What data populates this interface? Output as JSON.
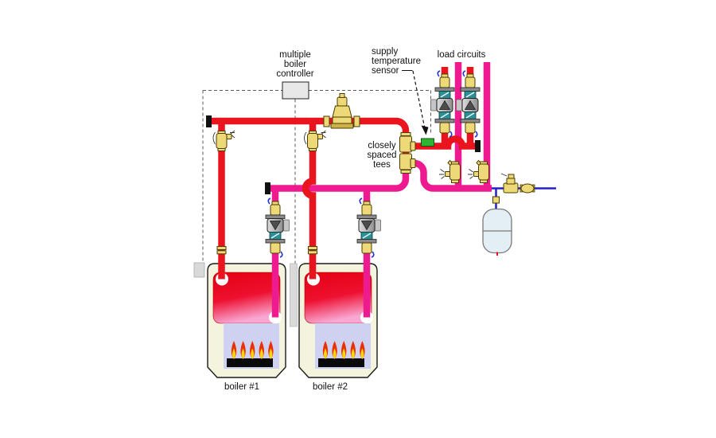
{
  "labels": {
    "controller": [
      "multiple",
      "boiler",
      "controller"
    ],
    "sensor": [
      "supply",
      "temperature",
      "sensor"
    ],
    "load_circuits": "load circuits",
    "tees": [
      "closely",
      "spaced",
      "tees"
    ],
    "boiler1": "boiler #1",
    "boiler2": "boiler #2"
  },
  "colors": {
    "pipe_red": "#e9141d",
    "pipe_magenta": "#ee1a90",
    "fitting_yellow": "#eed979",
    "fitting_stroke": "#4a3c00",
    "fitting_shade": "#cdb14a",
    "flange_teal": "#2d8f96",
    "motor_gray": "#c6c6c6",
    "sensor_green": "#2fb52f",
    "feed_blue": "#2020cc",
    "lever_blue": "#2233dd",
    "tank_fill": "#e4eef5",
    "tank_stroke": "#7a7a7a",
    "casing_fill": "#f4f4de",
    "casing_stroke": "#1a1a1a",
    "hx_red_top": "#e30010",
    "hx_pink_bottom": "#f9a8d4",
    "chamber_lavender": "#ced2f0",
    "burner_black": "#0a0a0a",
    "flame_red": "#ea3007",
    "flame_yellow": "#ffd60a",
    "controller_fill": "#e8e8e8",
    "wire_gray": "#5a5a5a",
    "text_color": "#111111"
  }
}
